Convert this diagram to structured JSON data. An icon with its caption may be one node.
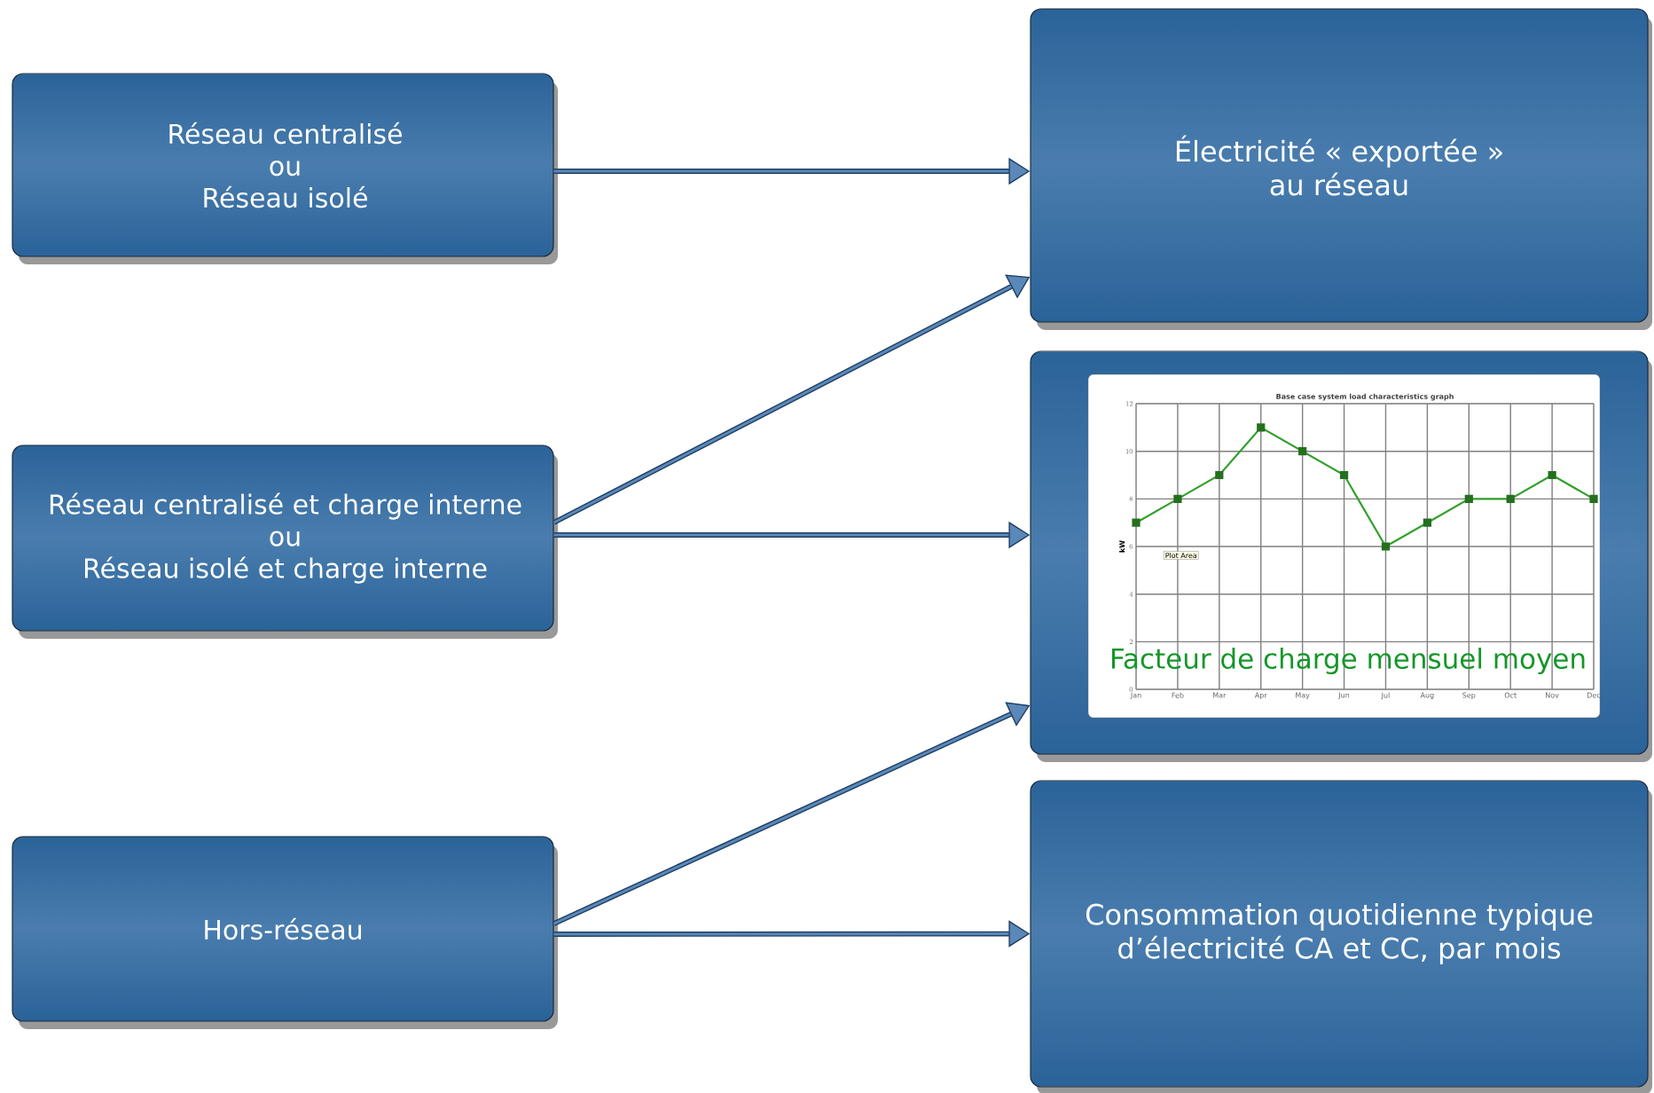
{
  "diagram": {
    "nodes": [
      {
        "text": [
          "Réseau centralisé ou Réseau isolé"
        ]
      },
      {
        "text": [
          "Réseau centralisé et charge interne ou Réseau isolé et charge interne"
        ]
      },
      {
        "text": [
          "Hors-réseau"
        ]
      },
      {
        "text": [
          "Électricité « exportée » au réseau"
        ]
      },
      {
        "text": [
          "Facteur de charge mensuel moyen"
        ]
      },
      {
        "text": [
          "Consommation quotidienne typique d’électricité CA et CC, par mois"
        ]
      }
    ],
    "edges": [
      {
        "from": 0,
        "to": 3,
        "arrow": "to"
      },
      {
        "from": 1,
        "to": 3,
        "arrow": "to"
      },
      {
        "from": 1,
        "to": 4,
        "arrow": "to"
      },
      {
        "from": 2,
        "to": 4,
        "arrow": "to"
      },
      {
        "from": 2,
        "to": 5,
        "arrow": "to"
      }
    ],
    "labels": [
      "Plot Area"
    ],
    "chart_data": {
      "type": "line",
      "title": "Base case system load characteristics graph",
      "ylabel": "kW",
      "categories": [
        "Jan",
        "Feb",
        "Mar",
        "Apr",
        "May",
        "Jun",
        "Jul",
        "Aug",
        "Sep",
        "Oct",
        "Nov",
        "Dec"
      ],
      "series": [
        {
          "color": "#33a02c",
          "marker": "square",
          "values": [
            7,
            8,
            9,
            11,
            10,
            9,
            6,
            7,
            8,
            8,
            9,
            8
          ]
        }
      ],
      "grid": true,
      "ylim": [
        0,
        12
      ],
      "yticks": [
        0,
        2,
        4,
        6,
        8,
        10,
        12
      ]
    }
  }
}
